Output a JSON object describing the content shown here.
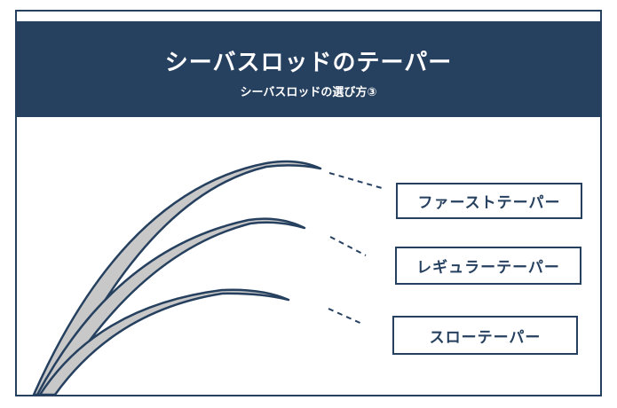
{
  "header": {
    "title": "シーバスロッドのテーパー",
    "subtitle": "シーバスロッドの選び方③"
  },
  "labels": {
    "fast": "ファーストテーパー",
    "regular": "レギュラーテーパー",
    "slow": "スローテーパー"
  },
  "colors": {
    "navy": "#26405f",
    "rod_fill": "#c8c8c8"
  }
}
